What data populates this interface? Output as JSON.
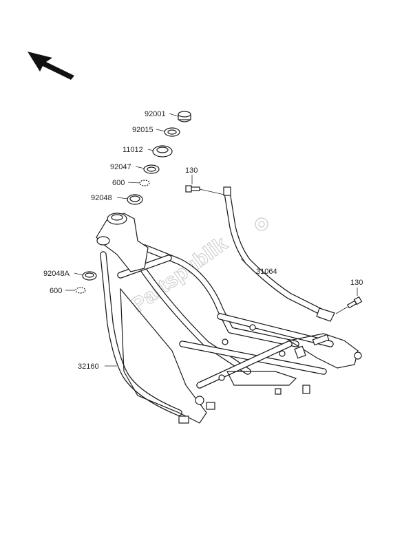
{
  "diagram": {
    "watermark": "Partspublik",
    "callouts": [
      {
        "id": "92001",
        "text": "92001"
      },
      {
        "id": "92015",
        "text": "92015"
      },
      {
        "id": "11012",
        "text": "11012"
      },
      {
        "id": "92047",
        "text": "92047"
      },
      {
        "id": "600a",
        "text": "600"
      },
      {
        "id": "92048",
        "text": "92048"
      },
      {
        "id": "130a",
        "text": "130"
      },
      {
        "id": "31064",
        "text": "31064"
      },
      {
        "id": "92048A",
        "text": "92048A"
      },
      {
        "id": "600b",
        "text": "600"
      },
      {
        "id": "130b",
        "text": "130"
      },
      {
        "id": "32160",
        "text": "32160"
      }
    ]
  }
}
